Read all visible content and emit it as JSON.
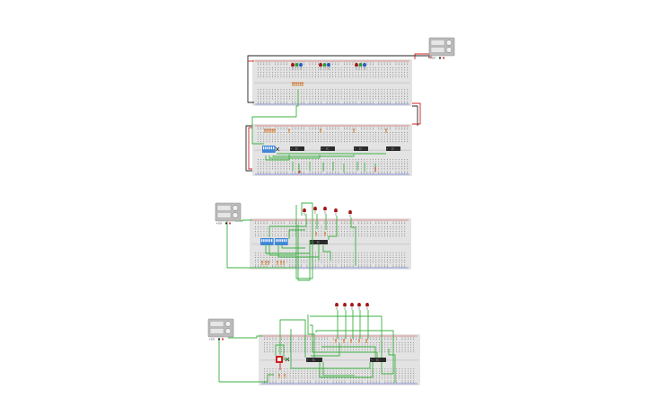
{
  "canvas": {
    "background": "#ffffff"
  },
  "colors": {
    "breadboard": "#e3e3e3",
    "hole": "#444444",
    "rail_red": "#d23a3a",
    "rail_blue": "#3a4fd2",
    "wire_green": "#3cb043",
    "wire_red": "#d02020",
    "wire_black": "#222222",
    "chip": "#2b2b2b",
    "dip_switch": "#3f86d8",
    "led_red": "#a31515",
    "led_green": "#2e9c3a",
    "led_blue": "#2456c8",
    "power_supply": "#bcbcbc",
    "probe_button": "#cc1f1f"
  },
  "circuits": [
    {
      "id": "circuit-1",
      "breadboards": 2,
      "chips": [
        "IC",
        "IC",
        "IC",
        "IC"
      ],
      "rgb_led_groups": 3,
      "dip_switches": 1,
      "power_supply": {
        "icon": "power-supply-icon",
        "label": "+5V"
      }
    },
    {
      "id": "circuit-2",
      "breadboards": 1,
      "chips": [
        "IC"
      ],
      "leds": 5,
      "dip_switches": 2,
      "power_supply": {
        "icon": "power-supply-icon",
        "label": "+5V"
      }
    },
    {
      "id": "circuit-3",
      "breadboards": 1,
      "chips": [
        "IC",
        "IC"
      ],
      "leds": 5,
      "pushbuttons": 1,
      "power_supply": {
        "icon": "power-supply-icon",
        "label": "+5V"
      }
    }
  ]
}
